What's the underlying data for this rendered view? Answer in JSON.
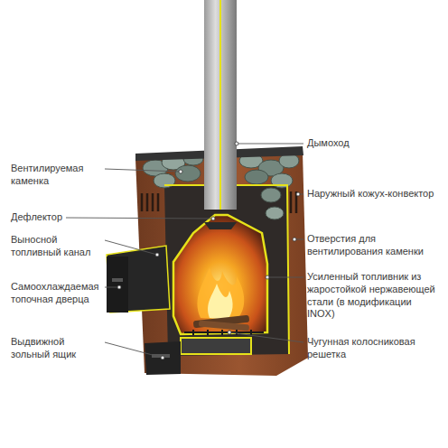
{
  "diagram": {
    "labels": [
      "Дымоход",
      "Вентилируемая каменка",
      "Наружный кожух-конвектор",
      "Дефлектор",
      "Выносной топливный канал",
      "Отверстия для вентилирования каменки",
      "Самоохлаждаемая топочная дверца",
      "Усиленный топливник из жаростойкой нержавеющей стали (в модификации INOX)",
      "Выдвижной зольный ящик",
      "Чугунная колосниковая решетка"
    ]
  }
}
